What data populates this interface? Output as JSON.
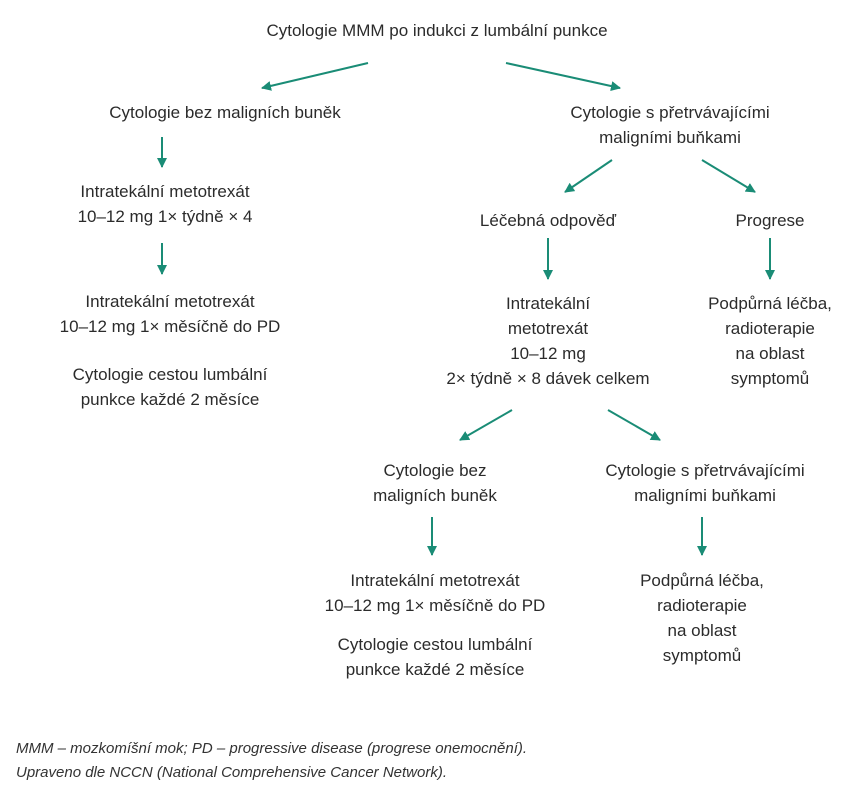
{
  "diagram": {
    "root": "Cytologie MMM po indukci z lumbální punkce",
    "left": {
      "title": "Cytologie bez maligních buněk",
      "step1": [
        "Intratekální metotrexát",
        "10–12 mg 1× týdně × 4"
      ],
      "step2": [
        "Intratekální metotrexát",
        "10–12 mg 1× měsíčně do PD"
      ],
      "step2_note": [
        "Cytologie cestou lumbální",
        "punkce každé 2 měsíce"
      ]
    },
    "right": {
      "title": [
        "Cytologie s přetrvávajícími",
        "maligními buňkami"
      ],
      "response": "Léčebná odpověď",
      "progression": "Progrese",
      "response_treatment": [
        "Intratekální",
        "metotrexát",
        "10–12 mg",
        "2× týdně × 8 dávek celkem"
      ],
      "progression_treatment": [
        "Podpůrná léčba,",
        "radioterapie",
        "na oblast",
        "symptomů"
      ],
      "sub_left": {
        "title": [
          "Cytologie bez",
          "maligních buněk"
        ],
        "treatment": [
          "Intratekální metotrexát",
          "10–12 mg 1× měsíčně do PD"
        ],
        "note": [
          "Cytologie cestou lumbální",
          "punkce každé 2 měsíce"
        ]
      },
      "sub_right": {
        "title": [
          "Cytologie s přetrvávajícími",
          "maligními buňkami"
        ],
        "treatment": [
          "Podpůrná léčba,",
          "radioterapie",
          "na oblast",
          "symptomů"
        ]
      }
    }
  },
  "footnote": [
    "MMM – mozkomíšní mok; PD – progressive disease (progrese onemocnění).",
    "Upraveno dle NCCN (National Comprehensive Cancer Network)."
  ],
  "colors": {
    "arrow": "#1a8c76",
    "text": "#2b2b2b"
  }
}
